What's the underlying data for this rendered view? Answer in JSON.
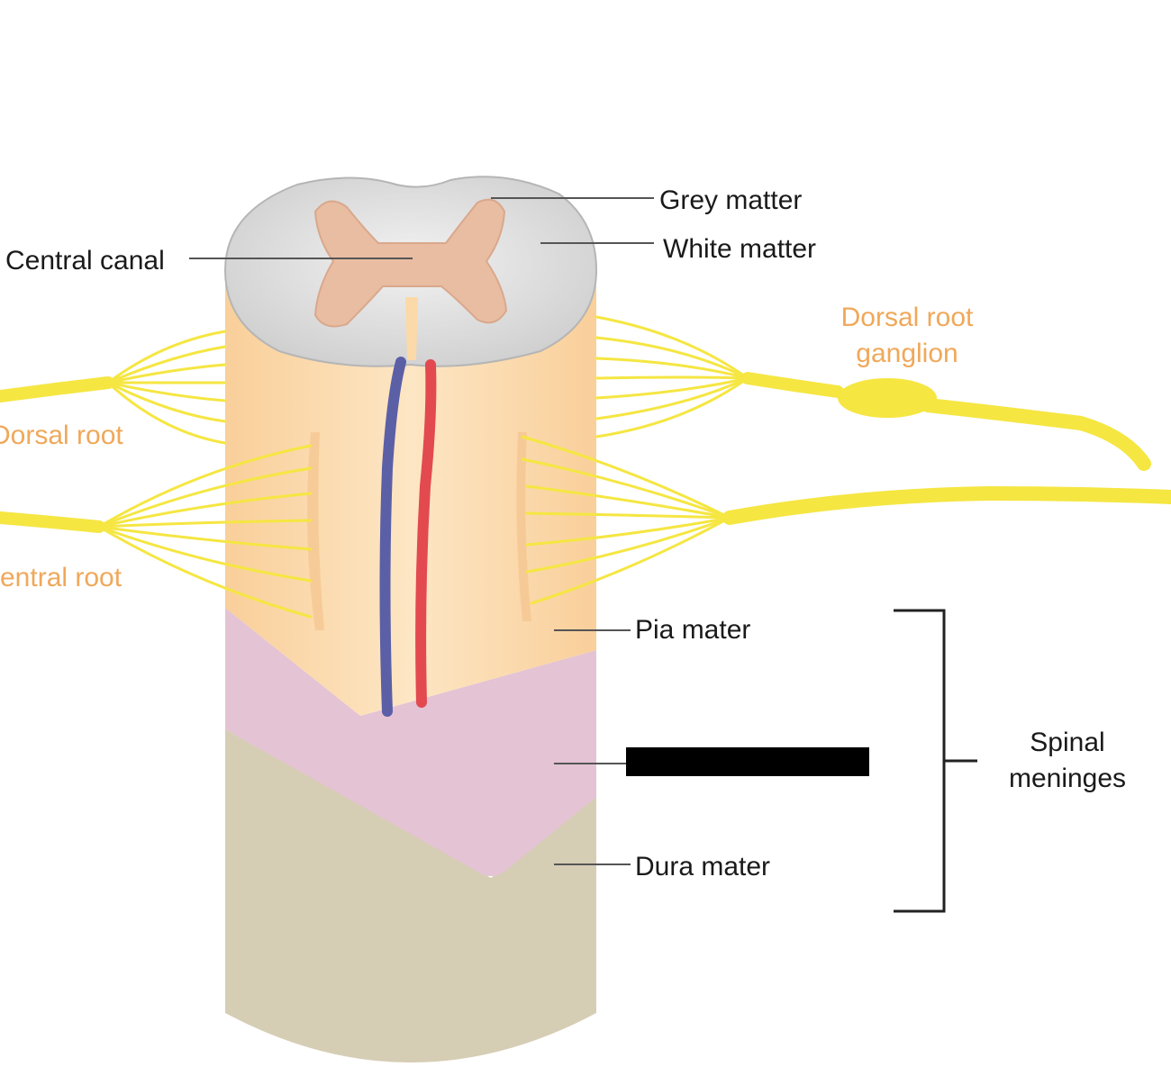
{
  "labels": {
    "central_canal": "Central canal",
    "grey_matter": "Grey matter",
    "white_matter": "White matter",
    "dorsal_root_ganglion_line1": "Dorsal root",
    "dorsal_root_ganglion_line2": "ganglion",
    "dorsal_root": "Dorsal root",
    "ventral_root": "entral root",
    "pia_mater": "Pia mater",
    "dura_mater": "Dura mater",
    "spinal_meninges_line1": "Spinal",
    "spinal_meninges_line2": "meninges"
  },
  "colors": {
    "label_text": "#1a1a1a",
    "root_label_text": "#f0a85a",
    "nerve": "#f5e642",
    "cord_body": "#fde2b8",
    "grey_matter": "#e8bfa5",
    "white_matter": "#d9d9d9",
    "arachnoid": "#e6c3d2",
    "dura": "#d2c8b0",
    "vein": "#5a5fa8",
    "artery": "#e0474c",
    "redaction_bar": "#000000"
  }
}
